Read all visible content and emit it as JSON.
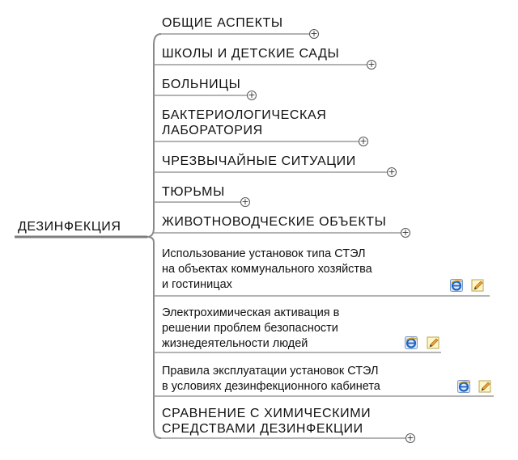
{
  "root": {
    "label": "ДЕЗИНФЕКЦИЯ"
  },
  "topics": [
    {
      "lines": [
        "ОБЩИЕ АСПЕКТЫ"
      ]
    },
    {
      "lines": [
        "ШКОЛЫ И ДЕТСКИЕ САДЫ"
      ]
    },
    {
      "lines": [
        "БОЛЬНИЦЫ"
      ]
    },
    {
      "lines": [
        "БАКТЕРИОЛОГИЧЕСКАЯ",
        "ЛАБОРАТОРИЯ"
      ]
    },
    {
      "lines": [
        "ЧРЕЗВЫЧАЙНЫЕ СИТУАЦИИ"
      ]
    },
    {
      "lines": [
        "ТЮРЬМЫ"
      ]
    },
    {
      "lines": [
        "ЖИВОТНОВОДЧЕСКИЕ ОБЪЕКТЫ"
      ]
    },
    {
      "lines": [
        "Использование установок типа СТЭЛ",
        "на объектах коммунального хозяйства",
        "и гостиницах"
      ]
    },
    {
      "lines": [
        "Электрохимическая активация в",
        "решении проблем безопасности",
        "жизнедеятельности людей"
      ]
    },
    {
      "lines": [
        "Правила эксплуатации установок СТЭЛ",
        "в условиях дезинфекционного кабинета"
      ]
    },
    {
      "lines": [
        "СРАВНЕНИЕ С ХИМИЧЕСКИМИ",
        "СРЕДСТВАМИ ДЕЗИНФЕКЦИИ"
      ]
    }
  ],
  "expand_symbol": "+",
  "icons": {
    "link": "ie-hyperlink-icon",
    "note": "note-pencil-icon"
  },
  "colors": {
    "line": "#9a9a9a",
    "root_line": "#7d7d7d",
    "text": "#111111"
  }
}
